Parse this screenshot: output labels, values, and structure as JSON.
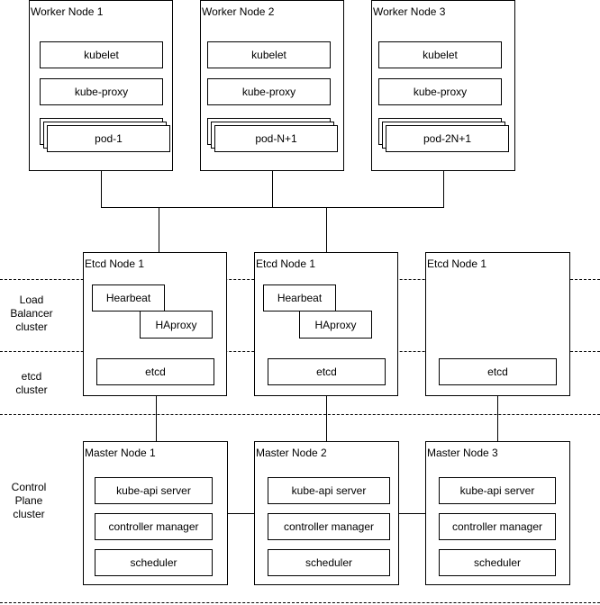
{
  "worker_nodes": [
    {
      "title": "Worker Node 1",
      "kubelet": "kubelet",
      "kube_proxy": "kube-proxy",
      "pod": "pod-1"
    },
    {
      "title": "Worker Node 2",
      "kubelet": "kubelet",
      "kube_proxy": "kube-proxy",
      "pod": "pod-N+1"
    },
    {
      "title": "Worker Node 3",
      "kubelet": "kubelet",
      "kube_proxy": "kube-proxy",
      "pod": "pod-2N+1"
    }
  ],
  "etcd_nodes": [
    {
      "title": "Etcd Node 1",
      "hearbeat": "Hearbeat",
      "haproxy": "HAproxy",
      "etcd": "etcd"
    },
    {
      "title": "Etcd Node 1",
      "hearbeat": "Hearbeat",
      "haproxy": "HAproxy",
      "etcd": "etcd"
    },
    {
      "title": "Etcd Node 1",
      "etcd": "etcd"
    }
  ],
  "master_nodes": [
    {
      "title": "Master Node 1",
      "api_server": "kube-api server",
      "controller_manager": "controller manager",
      "scheduler": "scheduler"
    },
    {
      "title": "Master Node 2",
      "api_server": "kube-api server",
      "controller_manager": "controller manager",
      "scheduler": "scheduler"
    },
    {
      "title": "Master Node 3",
      "api_server": "kube-api server",
      "controller_manager": "controller manager",
      "scheduler": "scheduler"
    }
  ],
  "sections": {
    "load_balancer": {
      "line1": "Load",
      "line2": "Balancer",
      "line3": "cluster"
    },
    "etcd": {
      "line1": "etcd",
      "line2": "cluster"
    },
    "control_plane": {
      "line1": "Control",
      "line2": "Plane",
      "line3": "cluster"
    }
  }
}
